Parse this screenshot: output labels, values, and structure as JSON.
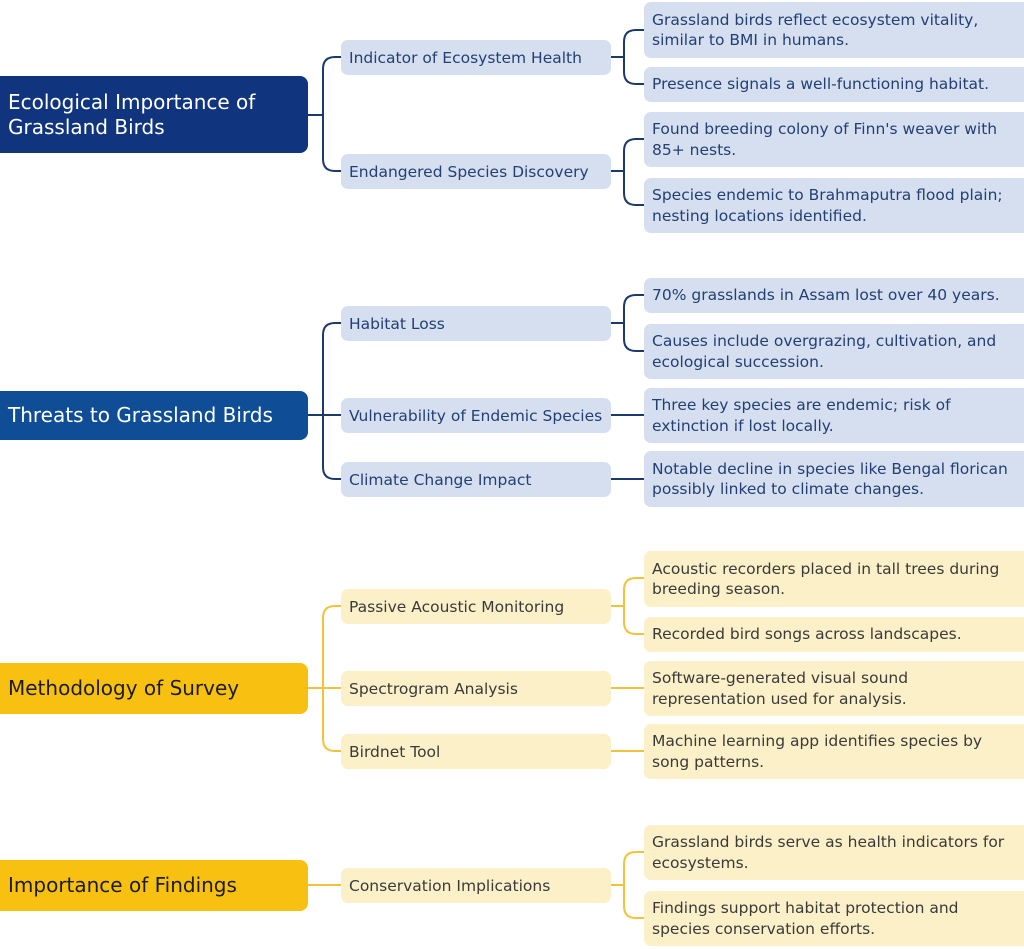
{
  "sections": [
    {
      "title": "Ecological Importance of Grassland Birds",
      "branches": [
        {
          "label": "Indicator of Ecosystem Health",
          "leaves": [
            "Grassland birds reflect ecosystem vitality, similar to BMI in humans.",
            "Presence signals a well-functioning habitat."
          ]
        },
        {
          "label": "Endangered Species Discovery",
          "leaves": [
            "Found breeding colony of Finn's weaver with 85+ nests.",
            "Species endemic to Brahmaputra flood plain; nesting locations identified."
          ]
        }
      ]
    },
    {
      "title": "Threats to Grassland Birds",
      "branches": [
        {
          "label": "Habitat Loss",
          "leaves": [
            "70% grasslands in Assam lost over 40 years.",
            "Causes include overgrazing, cultivation, and ecological succession."
          ]
        },
        {
          "label": "Vulnerability of Endemic Species",
          "leaves": [
            "Three key species are endemic; risk of extinction if lost locally."
          ]
        },
        {
          "label": "Climate Change Impact",
          "leaves": [
            "Notable decline in species like Bengal florican possibly linked to climate changes."
          ]
        }
      ]
    },
    {
      "title": "Methodology of Survey",
      "branches": [
        {
          "label": "Passive Acoustic Monitoring",
          "leaves": [
            "Acoustic recorders placed in tall trees during breeding season.",
            "Recorded bird songs across landscapes."
          ]
        },
        {
          "label": "Spectrogram Analysis",
          "leaves": [
            "Software-generated visual sound representation used for analysis."
          ]
        },
        {
          "label": "Birdnet Tool",
          "leaves": [
            "Machine learning app identifies species by song patterns."
          ]
        }
      ]
    },
    {
      "title": "Importance of Findings",
      "branches": [
        {
          "label": "Conservation Implications",
          "leaves": [
            "Grassland birds serve as health indicators for ecosystems.",
            "Findings support habitat protection and species conservation efforts."
          ]
        }
      ]
    }
  ],
  "colors": {
    "root_dark_blue": "#10357e",
    "root_blue": "#0f4e96",
    "root_gold": "#f8c010",
    "node_blue": "#d5dff0",
    "node_yellow": "#fcf0c9",
    "line_blue": "#1b3a6b",
    "line_gold": "#f2c33a"
  }
}
